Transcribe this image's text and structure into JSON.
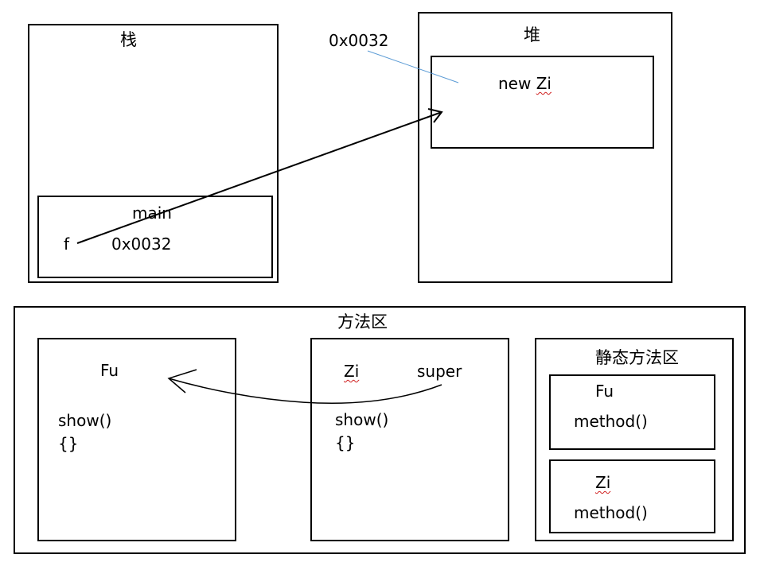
{
  "stack": {
    "title": "栈",
    "frame": {
      "title": "main",
      "var_name": "f",
      "var_value": "0x0032"
    }
  },
  "heap": {
    "title": "堆",
    "address_label": "0x0032",
    "object": {
      "label_prefix": "new ",
      "label_class": "Zi"
    }
  },
  "method_area": {
    "title": "方法区",
    "fu_class": {
      "name": "Fu",
      "method": "show()",
      "body": "{}"
    },
    "zi_class": {
      "name": "Zi",
      "super_label": "super",
      "method": "show()",
      "body": "{}"
    },
    "static_area": {
      "title": "静态方法区",
      "fu": {
        "name": "Fu",
        "method": "method()"
      },
      "zi": {
        "name": "Zi",
        "method": "method()"
      }
    }
  },
  "colors": {
    "border": "#000000",
    "address_line": "#5b9bd5",
    "spellcheck": "#d02020"
  }
}
